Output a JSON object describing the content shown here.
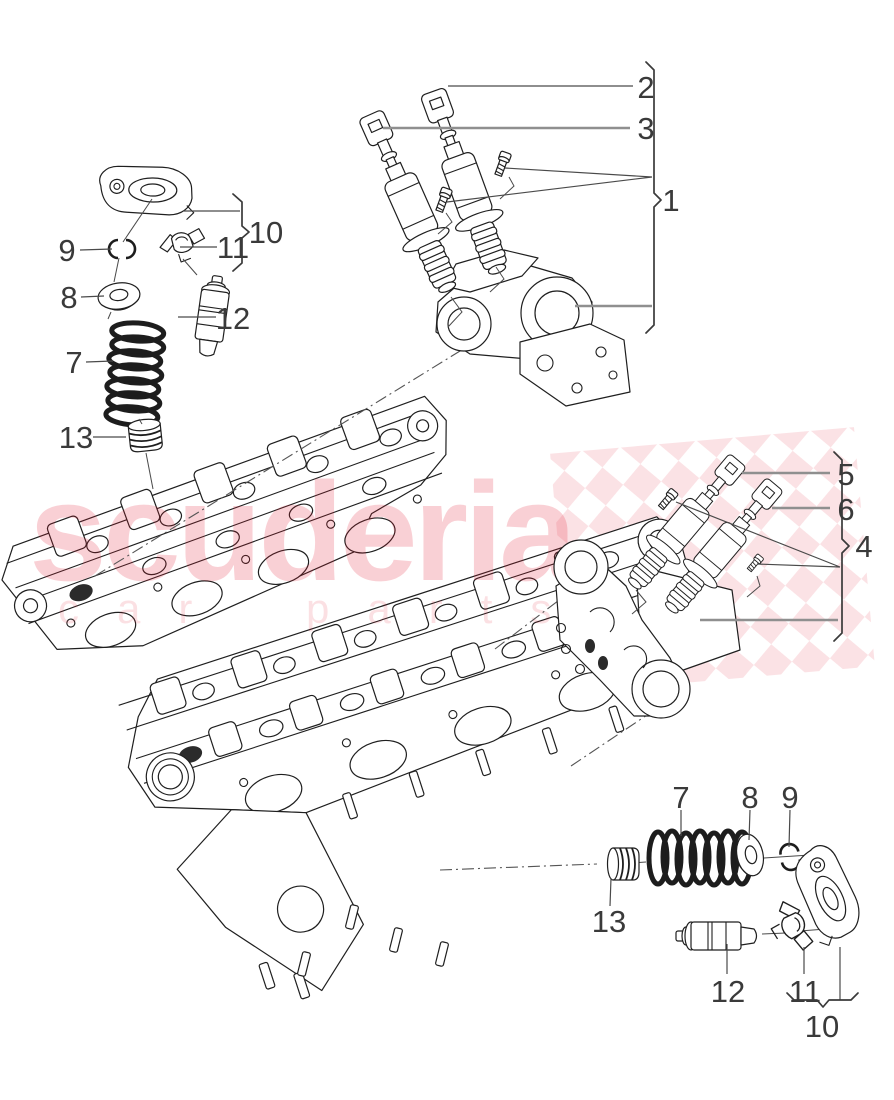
{
  "watermark": {
    "brand": "scuderia",
    "tagline": "car parts",
    "color": "#e41b32"
  },
  "labels": {
    "n1": "1",
    "n2": "2",
    "n3": "3",
    "n4": "4",
    "n5": "5",
    "n6": "6",
    "n7": "7",
    "n8": "8",
    "n9": "9",
    "n10": "10",
    "n11": "11",
    "n12": "12",
    "n13": "13"
  },
  "colors": {
    "line": "#1f1f1f",
    "leader": "#8f8f8f",
    "label": "#3a3a3a",
    "background": "#ffffff"
  }
}
